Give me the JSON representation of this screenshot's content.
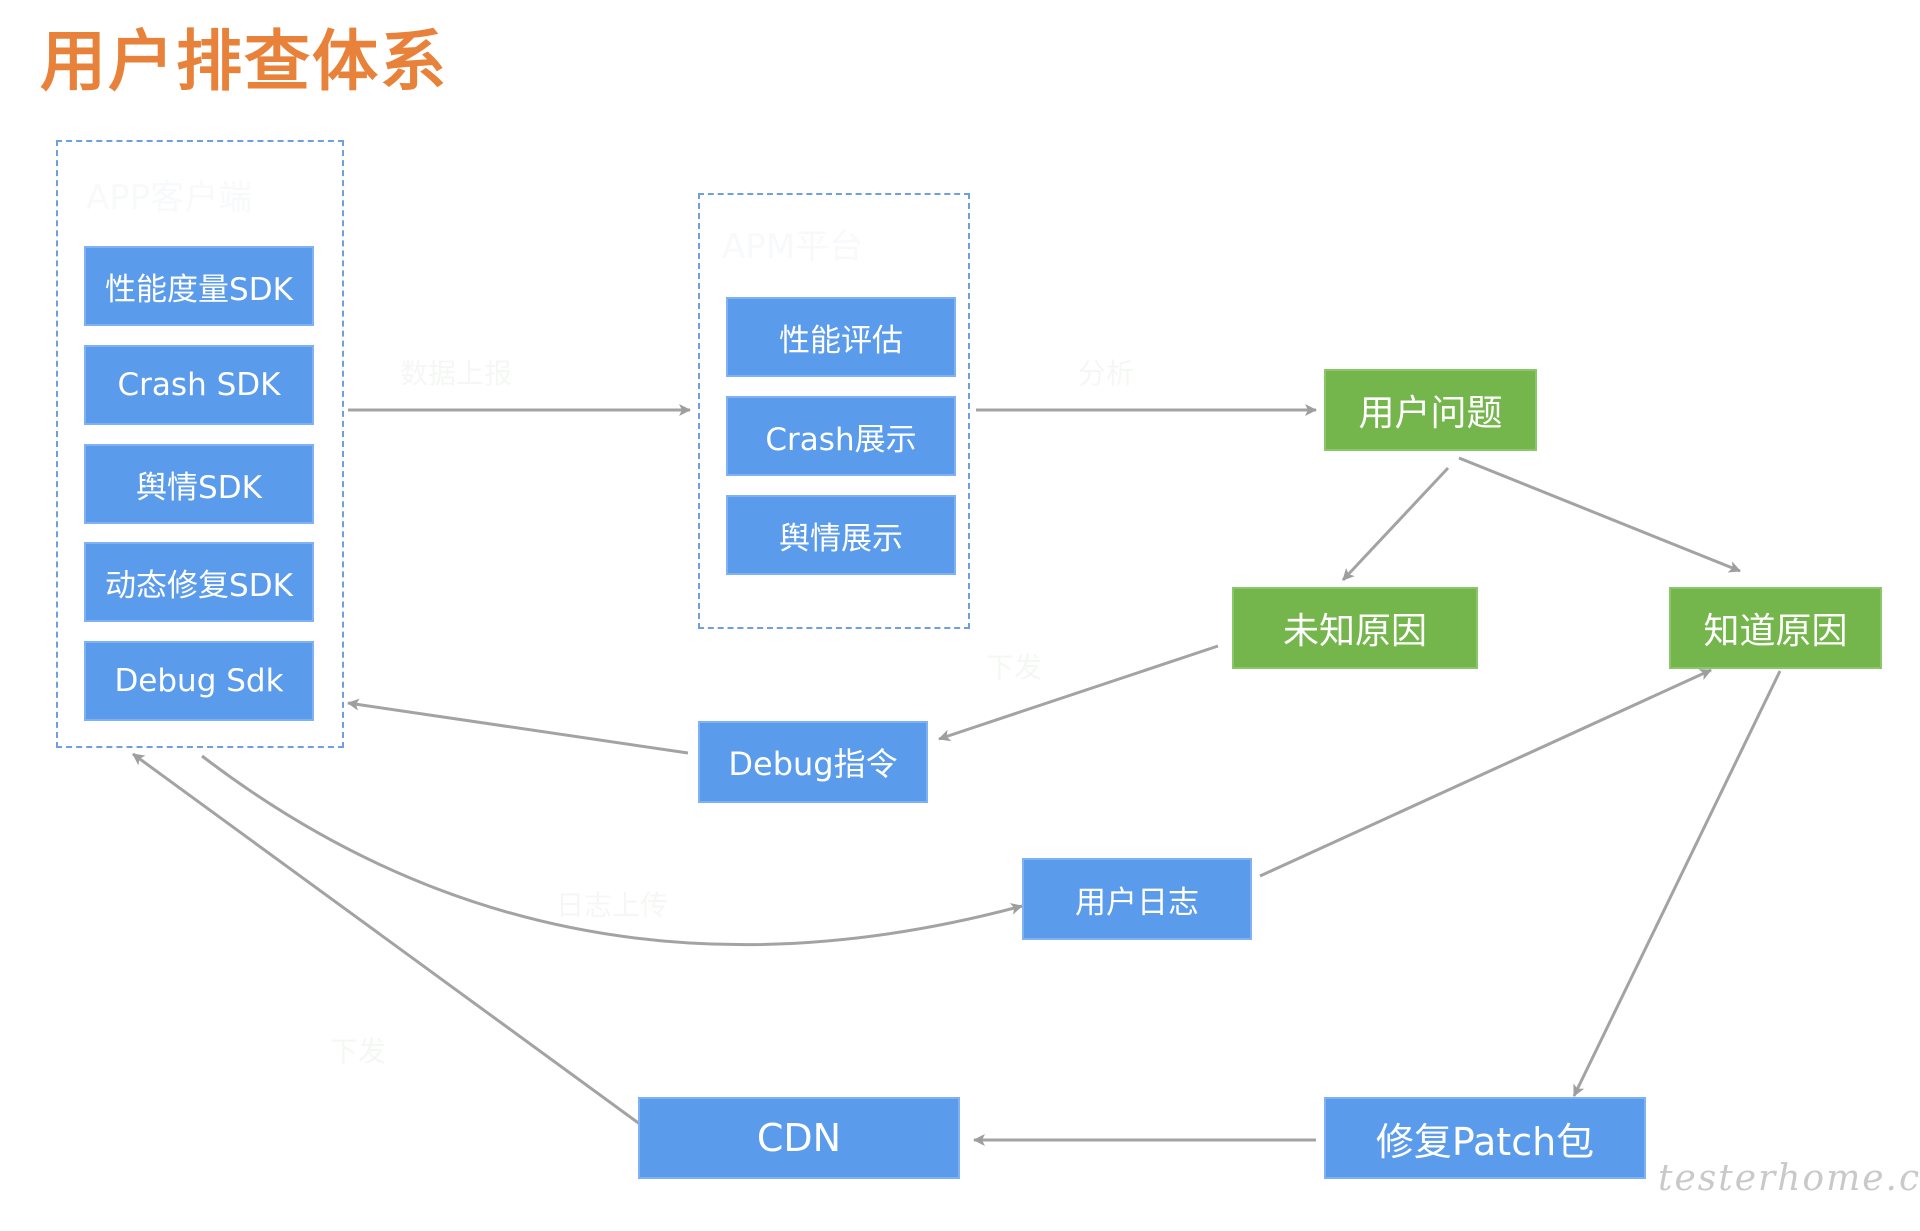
{
  "title": "用户排查体系",
  "groups": {
    "sdk": {
      "label": "APP客户端",
      "items": [
        "性能度量SDK",
        "Crash SDK",
        "舆情SDK",
        "动态修复SDK",
        "Debug Sdk"
      ]
    },
    "platform": {
      "label": "APM平台",
      "items": [
        "性能评估",
        "Crash展示",
        "舆情展示"
      ]
    }
  },
  "nodes": {
    "user_problem": "用户问题",
    "unknown_cause": "未知原因",
    "known_cause": "知道原因",
    "debug_command": "Debug指令",
    "user_log": "用户日志",
    "cdn": "CDN",
    "patch": "修复Patch包"
  },
  "edge_labels": {
    "report": "数据上报",
    "analysis": "分析",
    "send": "下发",
    "log_upload": "日志上传",
    "distribute": "下发"
  },
  "watermark": "testerhome.com",
  "colors": {
    "title": "#e8823a",
    "blue_box": "#5b9bec",
    "green_box": "#74b64c",
    "dashed_border": "#6f9fe0",
    "arrow": "#9e9e9e"
  }
}
